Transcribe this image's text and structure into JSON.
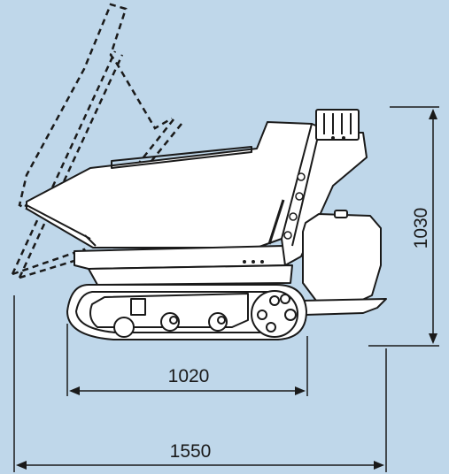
{
  "diagram": {
    "background_color": "#bfd7ea",
    "line_color": "#1a1a1a",
    "fill_color": "#ffffff",
    "dimensions": {
      "track_length": "1020",
      "overall_length": "1550",
      "height": "1030"
    }
  }
}
